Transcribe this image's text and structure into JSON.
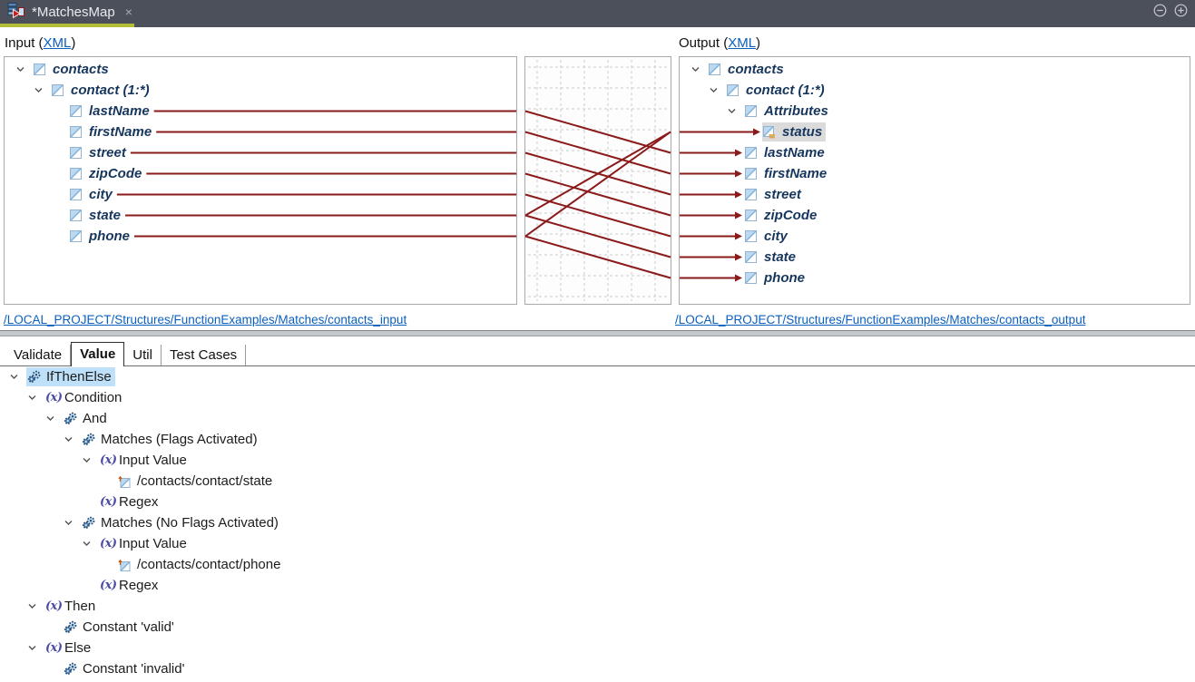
{
  "window": {
    "tab_title": "*MatchesMap",
    "close_glyph": "×"
  },
  "header": {
    "input_prefix": "Input (",
    "output_prefix": "Output (",
    "xml_link_text": "XML",
    "label_suffix": ")"
  },
  "links": {
    "input": "/LOCAL_PROJECT/Structures/FunctionExamples/Matches/contacts_input",
    "output": "/LOCAL_PROJECT/Structures/FunctionExamples/Matches/contacts_output"
  },
  "input_tree": {
    "nodes": [
      {
        "label": "contacts",
        "level": 0,
        "icon": "xml-element",
        "expandable": true
      },
      {
        "label": "contact (1:*)",
        "level": 1,
        "icon": "xml-element",
        "expandable": true
      },
      {
        "label": "lastName",
        "level": 2,
        "icon": "xml-element",
        "expandable": false
      },
      {
        "label": "firstName",
        "level": 2,
        "icon": "xml-element",
        "expandable": false
      },
      {
        "label": "street",
        "level": 2,
        "icon": "xml-element",
        "expandable": false
      },
      {
        "label": "zipCode",
        "level": 2,
        "icon": "xml-element",
        "expandable": false
      },
      {
        "label": "city",
        "level": 2,
        "icon": "xml-element",
        "expandable": false
      },
      {
        "label": "state",
        "level": 2,
        "icon": "xml-element",
        "expandable": false
      },
      {
        "label": "phone",
        "level": 2,
        "icon": "xml-element",
        "expandable": false
      }
    ]
  },
  "output_tree": {
    "nodes": [
      {
        "label": "contacts",
        "level": 0,
        "icon": "xml-element",
        "expandable": true
      },
      {
        "label": "contact (1:*)",
        "level": 1,
        "icon": "xml-element",
        "expandable": true
      },
      {
        "label": "Attributes",
        "level": 2,
        "icon": "xml-element",
        "expandable": true
      },
      {
        "label": "status",
        "level": 3,
        "icon": "xml-attribute",
        "expandable": false,
        "selected": "gray"
      },
      {
        "label": "lastName",
        "level": 2,
        "icon": "xml-element",
        "expandable": false
      },
      {
        "label": "firstName",
        "level": 2,
        "icon": "xml-element",
        "expandable": false
      },
      {
        "label": "street",
        "level": 2,
        "icon": "xml-element",
        "expandable": false
      },
      {
        "label": "zipCode",
        "level": 2,
        "icon": "xml-element",
        "expandable": false
      },
      {
        "label": "city",
        "level": 2,
        "icon": "xml-element",
        "expandable": false
      },
      {
        "label": "state",
        "level": 2,
        "icon": "xml-element",
        "expandable": false
      },
      {
        "label": "phone",
        "level": 2,
        "icon": "xml-element",
        "expandable": false
      }
    ]
  },
  "mapping": {
    "connections": [
      {
        "from": "lastName",
        "to": "lastName"
      },
      {
        "from": "firstName",
        "to": "firstName"
      },
      {
        "from": "street",
        "to": "street"
      },
      {
        "from": "zipCode",
        "to": "zipCode"
      },
      {
        "from": "city",
        "to": "city"
      },
      {
        "from": "state",
        "to": "state"
      },
      {
        "from": "phone",
        "to": "phone"
      },
      {
        "from": "state",
        "to": "status"
      },
      {
        "from": "phone",
        "to": "status"
      }
    ]
  },
  "tabs": {
    "items": [
      {
        "label": "Validate",
        "selected": false
      },
      {
        "label": "Value",
        "selected": true
      },
      {
        "label": "Util",
        "selected": false
      },
      {
        "label": "Test Cases",
        "selected": false
      }
    ]
  },
  "function_tree": {
    "nodes": [
      {
        "label": "IfThenElse",
        "level": 0,
        "icon": "function",
        "expandable": true,
        "selected": "blue"
      },
      {
        "label": "Condition",
        "level": 1,
        "icon": "param",
        "expandable": true
      },
      {
        "label": "And",
        "level": 2,
        "icon": "function",
        "expandable": true
      },
      {
        "label": "Matches (Flags Activated)",
        "level": 3,
        "icon": "function",
        "expandable": true
      },
      {
        "label": "Input Value",
        "level": 4,
        "icon": "param",
        "expandable": true
      },
      {
        "label": "/contacts/contact/state",
        "level": 5,
        "icon": "xml-ref",
        "expandable": false
      },
      {
        "label": "Regex",
        "level": 4,
        "icon": "param",
        "expandable": false
      },
      {
        "label": "Matches (No Flags Activated)",
        "level": 3,
        "icon": "function",
        "expandable": true
      },
      {
        "label": "Input Value",
        "level": 4,
        "icon": "param",
        "expandable": true
      },
      {
        "label": "/contacts/contact/phone",
        "level": 5,
        "icon": "xml-ref",
        "expandable": false
      },
      {
        "label": "Regex",
        "level": 4,
        "icon": "param",
        "expandable": false
      },
      {
        "label": "Then",
        "level": 1,
        "icon": "param",
        "expandable": true
      },
      {
        "label": "Constant 'valid'",
        "level": 2,
        "icon": "function",
        "expandable": false
      },
      {
        "label": "Else",
        "level": 1,
        "icon": "param",
        "expandable": true
      },
      {
        "label": "Constant 'invalid'",
        "level": 2,
        "icon": "function",
        "expandable": false
      }
    ]
  },
  "colors": {
    "topbar": "#4C505A",
    "accent_green": "#B2BE35",
    "mapping_line": "#8B1A1A",
    "link_blue": "#0B5FBF",
    "selection_blue": "#BEE0F8",
    "selection_gray": "#DBDBDB"
  },
  "icons": {
    "param_glyph": "(x)"
  }
}
